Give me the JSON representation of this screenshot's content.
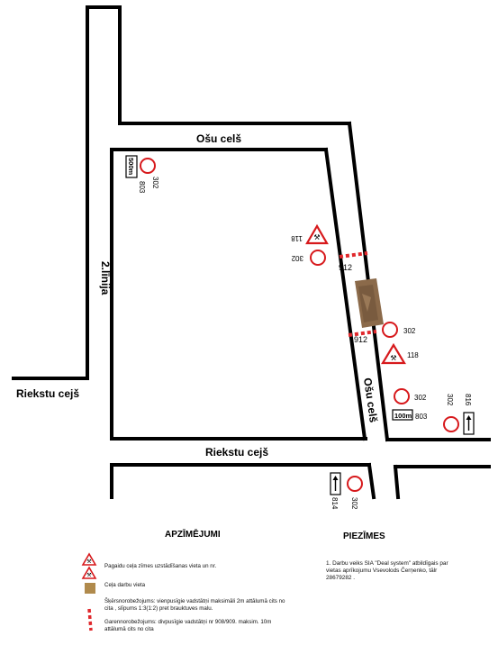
{
  "map": {
    "streets": {
      "top": "Ošu celš",
      "vertical_left": "2.līnija",
      "left_horizontal": "Riekstu cejš",
      "bottom_horizontal": "Riekstu cejš",
      "diagonal": "Ošu celš"
    },
    "signs": [
      {
        "kind": "plate",
        "text": "500m",
        "code": "803"
      },
      {
        "kind": "circle",
        "code": "302"
      },
      {
        "kind": "triangle",
        "code": "118"
      },
      {
        "kind": "circle",
        "code": "302"
      },
      {
        "kind": "barrier",
        "code": "912"
      },
      {
        "kind": "barrier",
        "code": "912"
      },
      {
        "kind": "circle",
        "code": "302"
      },
      {
        "kind": "triangle",
        "code": "118"
      },
      {
        "kind": "circle",
        "code": "302"
      },
      {
        "kind": "plate",
        "text": "100m",
        "code": "803"
      },
      {
        "kind": "circle",
        "code": "302"
      },
      {
        "kind": "arrow",
        "code": "816"
      },
      {
        "kind": "arrow",
        "code": "814"
      },
      {
        "kind": "circle",
        "code": "302"
      }
    ],
    "colors": {
      "road": "#000000",
      "sign_red": "#d7191c",
      "works": "#8b6a4a",
      "barrier_red": "#e0282c"
    }
  },
  "legend": {
    "heading": "APZĪMĒJUMI",
    "items": [
      {
        "icon": "warning-sign-icon",
        "text": "Pagaidu ceļa zīmes uzstādīšanas vieta un nr."
      },
      {
        "icon": "work-area-icon",
        "text": "Ceļa darbu vieta"
      },
      {
        "icon": "work-area-swatch-icon",
        "text": "Šķērsnorobežojums: vienpusīgie vadstātņi maksimāli 2m attālumā cits no cita , slīpums 1:3(1:2) pret brauktuves malu."
      },
      {
        "icon": "barrier-icon",
        "text": "Garennorobežojums: divpusīgie vadstātņi nr 908/909. maksim. 10m attālumā cits no cita"
      }
    ]
  },
  "notes": {
    "heading": "PIEZĪMES",
    "text": "1. Darbu veiks SIA \"Deal system\" atbildīgais par vietas aprīkojumu Vsevolods Čerņenko, tālr 28679282 ."
  }
}
